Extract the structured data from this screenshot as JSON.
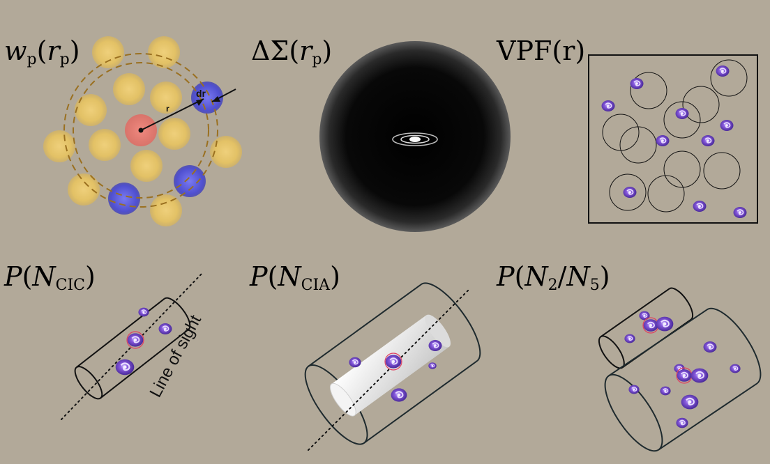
{
  "labels": {
    "wp": {
      "base": "w",
      "sub": "p",
      "arg_base": "r",
      "arg_sub": "p"
    },
    "ds": {
      "base": "ΔΣ",
      "arg_base": "r",
      "arg_sub": "p"
    },
    "vpf": {
      "text": "VPF(r)"
    },
    "cic": {
      "base": "P",
      "n": "N",
      "sub": "CIC"
    },
    "cia": {
      "base": "P",
      "n": "N",
      "sub": "CIA"
    },
    "n25": {
      "base": "P",
      "n1": "N",
      "sub1": "2",
      "n2": "N",
      "sub2": "5"
    }
  },
  "annotations": {
    "dr": "dr",
    "r": "r",
    "line_of_sight": "Line of sight"
  },
  "colors": {
    "background": "#b2a999",
    "yellow_galaxy": "#e8c460",
    "blue_galaxy": "#5a5ad8",
    "red_center": "#e87870",
    "purple_galaxy": "#6a3fc0",
    "dashed_ring": "#9a7020"
  }
}
